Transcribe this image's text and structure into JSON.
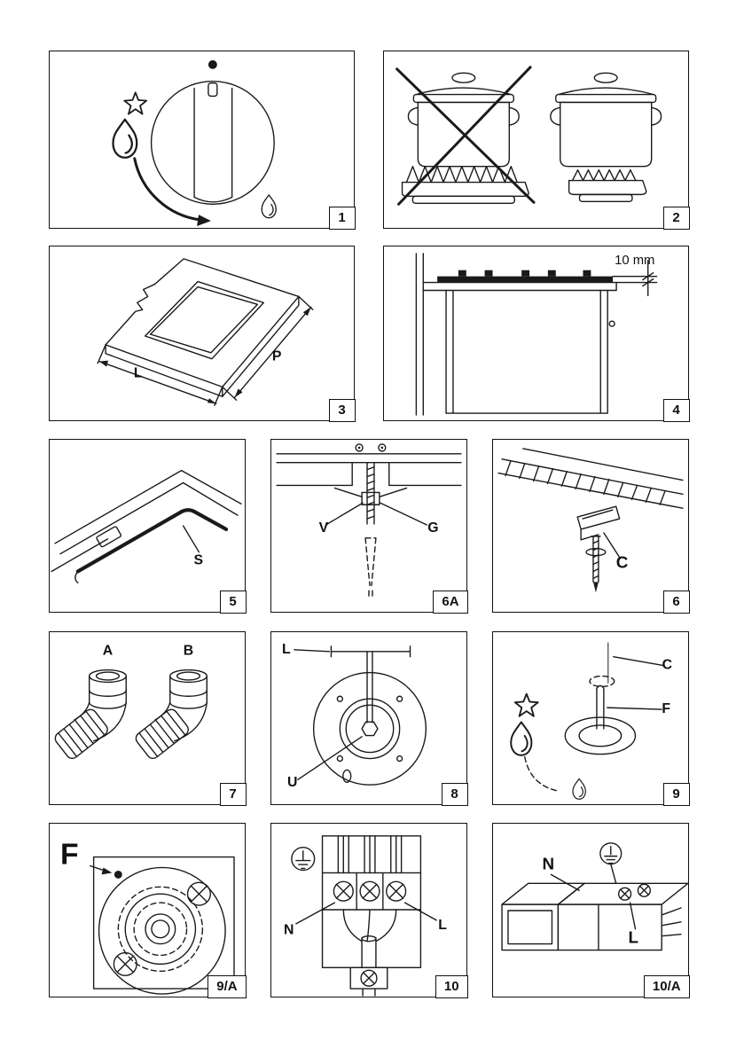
{
  "page": {
    "background": "#ffffff",
    "line_color": "#1a1a1a"
  },
  "figures": {
    "fig1": {
      "number": "1"
    },
    "fig2": {
      "number": "2"
    },
    "fig3": {
      "number": "3",
      "label_L": "L",
      "label_P": "P"
    },
    "fig4": {
      "number": "4",
      "dimension": "10 mm"
    },
    "fig5": {
      "number": "5",
      "label_S": "S"
    },
    "fig6a": {
      "number": "6A",
      "label_V": "V",
      "label_G": "G"
    },
    "fig6": {
      "number": "6",
      "label_C": "C"
    },
    "fig7": {
      "number": "7",
      "label_A": "A",
      "label_B": "B"
    },
    "fig8": {
      "number": "8",
      "label_L": "L",
      "label_U": "U"
    },
    "fig9": {
      "number": "9",
      "label_C": "C",
      "label_F": "F"
    },
    "fig9a": {
      "number": "9/A",
      "label_F": "F"
    },
    "fig10": {
      "number": "10",
      "label_N": "N",
      "label_L": "L"
    },
    "fig10a": {
      "number": "10/A",
      "label_N": "N",
      "label_L": "L"
    }
  },
  "icons": {
    "gas_flame": "flame-icon (svg teardrop shape)",
    "ignition_spark": "spark-star-icon (svg star shape)",
    "earth_ground": "earth-ground-icon (circle with ground glyph)",
    "prohibition_cross": "cross-out-icon (two diagonal lines)",
    "screw": "screw-cross-icon (circle with X)"
  }
}
